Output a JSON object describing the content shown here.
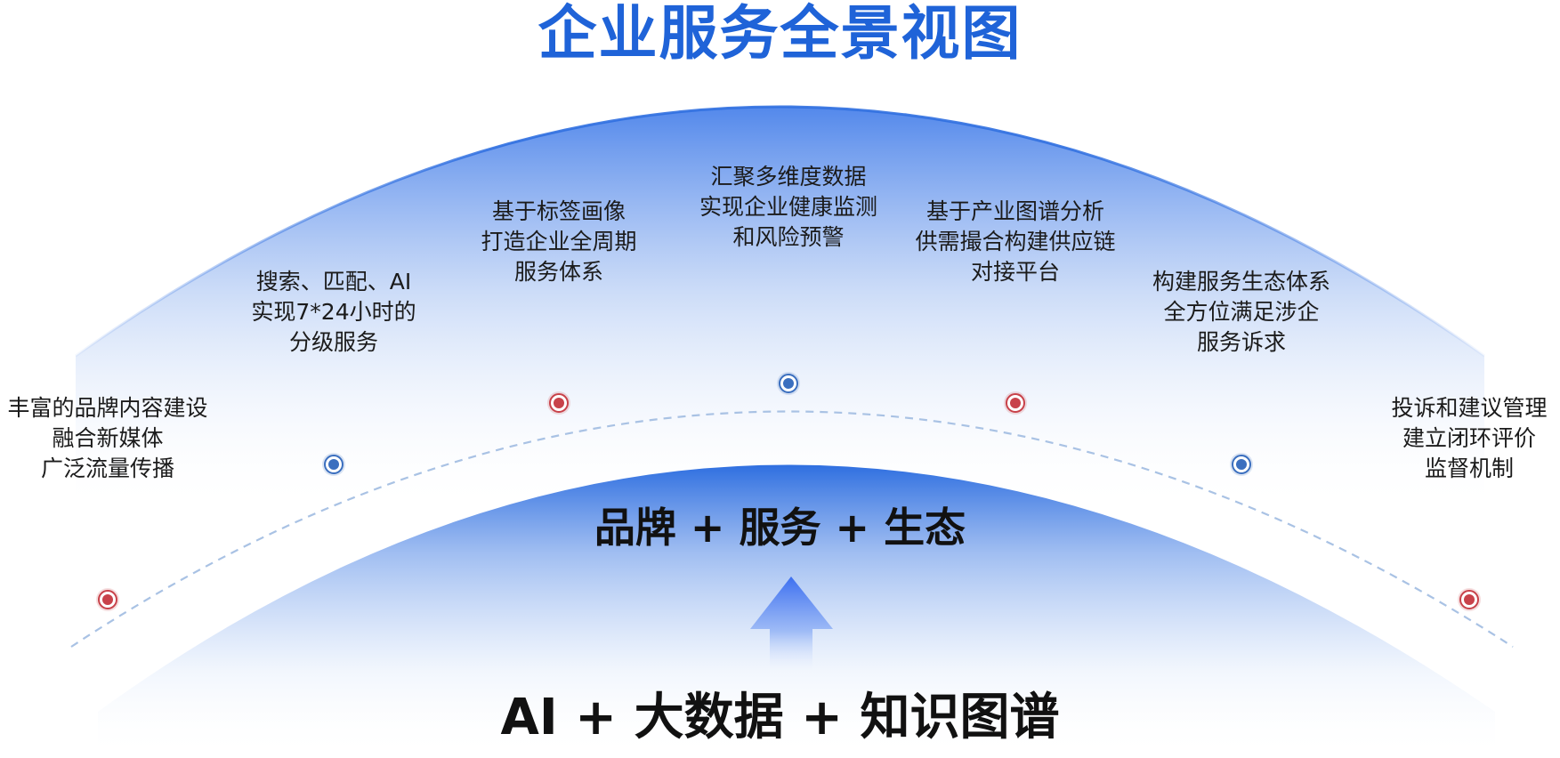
{
  "title": "企业服务全景视图",
  "platform": "品牌 + 服务 + 生态",
  "foundation": "AI + 大数据 + 知识图谱",
  "colors": {
    "title": "#1f63d8",
    "arc_blue": "#2f6fe0",
    "node_red": "#c8424a",
    "node_blue": "#3b6fbf",
    "dashed_arc": "#a9c2e4"
  },
  "nodes": [
    {
      "lines": [
        "丰富的品牌内容建设",
        "融合新媒体",
        "广泛流量传播"
      ],
      "color": "red"
    },
    {
      "lines": [
        "搜索、匹配、AI",
        "实现7*24小时的",
        "分级服务"
      ],
      "color": "blue"
    },
    {
      "lines": [
        "基于标签画像",
        "打造企业全周期",
        "服务体系"
      ],
      "color": "red"
    },
    {
      "lines": [
        "汇聚多维度数据",
        "实现企业健康监测",
        "和风险预警"
      ],
      "color": "blue"
    },
    {
      "lines": [
        "基于产业图谱分析",
        "供需撮合构建供应链",
        "对接平台"
      ],
      "color": "red"
    },
    {
      "lines": [
        "构建服务生态体系",
        "全方位满足涉企",
        "服务诉求"
      ],
      "color": "blue"
    },
    {
      "lines": [
        "投诉和建议管理",
        "建立闭环评价",
        "监督机制"
      ],
      "color": "red"
    }
  ]
}
